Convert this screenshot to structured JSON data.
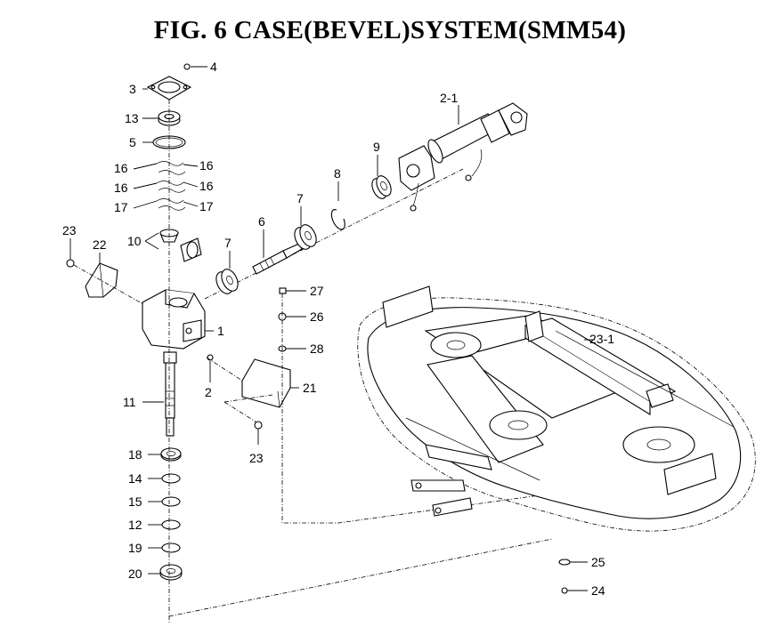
{
  "title": "FIG. 6  CASE(BEVEL)SYSTEM(SMM54)",
  "labels": {
    "l4": "4",
    "l3": "3",
    "l13": "13",
    "l5": "5",
    "l16a": "16",
    "l16b": "16",
    "l16c": "16",
    "l16d": "16",
    "l17a": "17",
    "l17b": "17",
    "l23a": "23",
    "l22": "22",
    "l10": "10",
    "l7a": "7",
    "l6": "6",
    "l7b": "7",
    "l8": "8",
    "l9": "9",
    "l2_1": "2-1",
    "l1": "1",
    "l2": "2",
    "l11": "11",
    "l27": "27",
    "l26": "26",
    "l28": "28",
    "l21": "21",
    "l23b": "23",
    "l23_1": "23-1",
    "l18": "18",
    "l14": "14",
    "l15": "15",
    "l12": "12",
    "l19": "19",
    "l20": "20",
    "l25": "25",
    "l24": "24"
  }
}
